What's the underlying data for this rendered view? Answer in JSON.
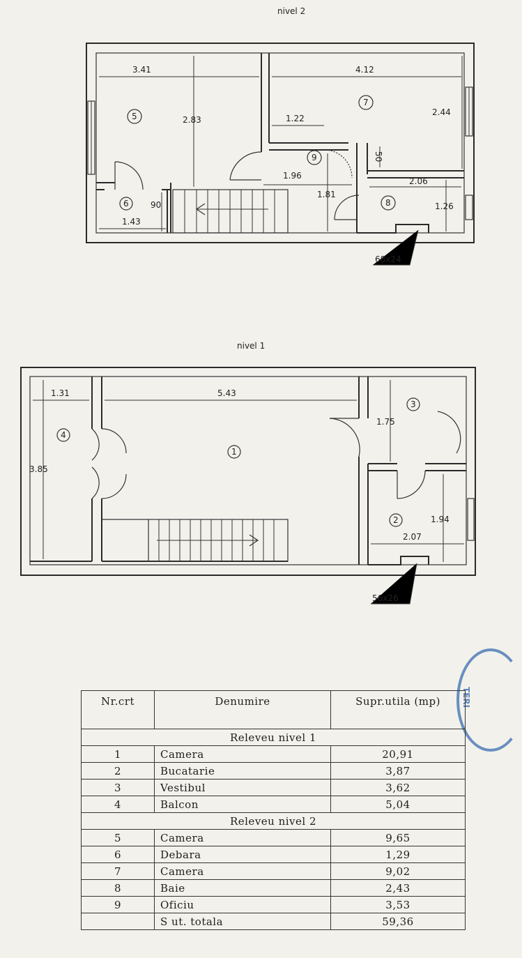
{
  "level2": {
    "title": "nivel 2",
    "rooms": [
      "5",
      "6",
      "7",
      "8",
      "9"
    ],
    "dims": {
      "d341": "3.41",
      "d283": "2.83",
      "d412": "4.12",
      "d122": "1.22",
      "d244": "2.44",
      "d50": "50",
      "d196": "1.96",
      "d181": "1.81",
      "d206": "2.06",
      "d126": "1.26",
      "d90": "90",
      "d143": "1.43"
    },
    "window_note": "68x24"
  },
  "level1": {
    "title": "nivel 1",
    "rooms": [
      "1",
      "2",
      "3",
      "4"
    ],
    "dims": {
      "d131": "1.31",
      "d543": "5.43",
      "d175": "1.75",
      "d385": "3.85",
      "d194": "1.94",
      "d207": "2.07"
    },
    "window_note": "56x26"
  },
  "table": {
    "headers": {
      "nr": "Nr.crt",
      "name": "Denumire",
      "area": "Supr.utila (mp)"
    },
    "section1": "Releveu nivel 1",
    "rows1": [
      {
        "nr": "1",
        "name": "Camera",
        "area": "20,91"
      },
      {
        "nr": "2",
        "name": "Bucatarie",
        "area": "3,87"
      },
      {
        "nr": "3",
        "name": "Vestibul",
        "area": "3,62"
      },
      {
        "nr": "4",
        "name": "Balcon",
        "area": "5,04"
      }
    ],
    "section2": "Releveu nivel 2",
    "rows2": [
      {
        "nr": "5",
        "name": "Camera",
        "area": "9,65"
      },
      {
        "nr": "6",
        "name": "Debara",
        "area": "1,29"
      },
      {
        "nr": "7",
        "name": "Camera",
        "area": "9,02"
      },
      {
        "nr": "8",
        "name": "Baie",
        "area": "2,43"
      },
      {
        "nr": "9",
        "name": "Oficiu",
        "area": "3,53"
      }
    ],
    "total": {
      "nr": "",
      "name": "S ut. totala",
      "area": "59,36"
    }
  },
  "stamp": {
    "text": "TERI"
  },
  "colors": {
    "ink": "#2a2a2a",
    "stamp": "#3a6fb0",
    "paper": "#f3f1ec"
  }
}
